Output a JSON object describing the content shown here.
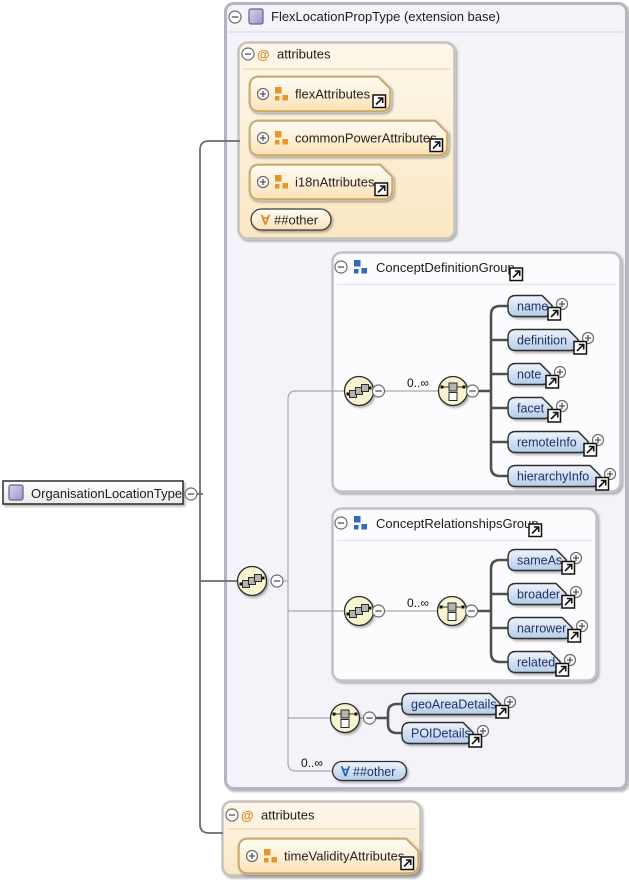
{
  "root": {
    "label": "OrganisationLocationType"
  },
  "base": {
    "title": "FlexLocationPropType (extension base)",
    "attributes": {
      "title": "attributes",
      "items": [
        {
          "label": "flexAttributes"
        },
        {
          "label": "commonPowerAttributes"
        },
        {
          "label": "i18nAttributes"
        }
      ],
      "wildcard": {
        "label": "##other"
      }
    },
    "content": {
      "definition_group": {
        "title": "ConceptDefinitionGroup",
        "occurrence": "0..∞",
        "elements": [
          {
            "label": "name"
          },
          {
            "label": "definition"
          },
          {
            "label": "note"
          },
          {
            "label": "facet"
          },
          {
            "label": "remoteInfo"
          },
          {
            "label": "hierarchyInfo"
          }
        ]
      },
      "relationships_group": {
        "title": "ConceptRelationshipsGroup",
        "occurrence": "0..∞",
        "elements": [
          {
            "label": "sameAs"
          },
          {
            "label": "broader"
          },
          {
            "label": "narrower"
          },
          {
            "label": "related"
          }
        ]
      },
      "details_choice": {
        "elements": [
          {
            "label": "geoAreaDetails"
          },
          {
            "label": "POIDetails"
          }
        ]
      },
      "wildcard": {
        "occurrence": "0..∞",
        "label": "##other"
      }
    }
  },
  "local_attributes": {
    "title": "attributes",
    "items": [
      {
        "label": "timeValidityAttributes"
      }
    ]
  },
  "icons": {
    "at": "@",
    "forall": "∀"
  },
  "colors": {
    "element_fill": "#bcd2ec",
    "attribute_fill": "#fbe3ba",
    "base_box_fill": "#f5f3fa",
    "compositor_fill": "#f8f4d0",
    "group_icon_blue": "#2e6db4",
    "group_icon_orange": "#e8952f"
  }
}
